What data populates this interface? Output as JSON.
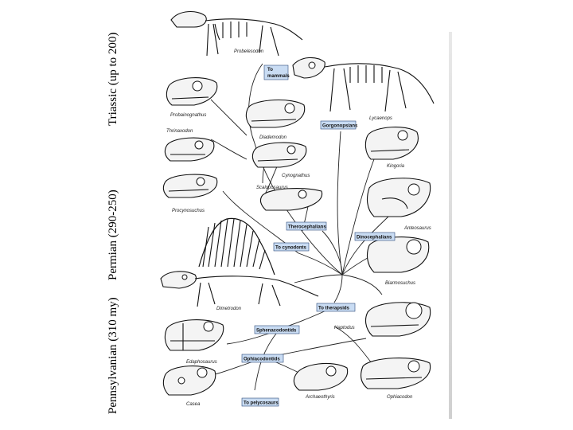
{
  "periods": {
    "pennsylvanian": "Pennsylvanian (310 my)",
    "permian": "Permian (290-250)",
    "triassic": "Triassic (up to 200)"
  },
  "groups": {
    "to_mammals_1": "To",
    "to_mammals_2": "mammals",
    "gorgonopsians": "Gorgonopsians",
    "therocephalians": "Therocephalians",
    "dinocephalians": "Dinocephalians",
    "to_cynodonts": "To cynodonts",
    "to_therapsids": "To therapsids",
    "sphenacodontids": "Sphenacodontids",
    "ophiacodontids": "Ophiacodontids",
    "to_pelycosaurs": "To pelycosaurs"
  },
  "taxa": {
    "probelesodon": "Probelesodon",
    "probainognathus": "Probainognathus",
    "thrinaxodon": "Thrinaxodon",
    "procynosuchus": "Procynosuchus",
    "diademodon": "Diademodon",
    "cynognathus": "Cynognathus",
    "scaloposaurus": "Scaloposaurus",
    "lycaenops": "Lycaenops",
    "kingoria": "Kingoria",
    "anteosaurus": "Anteosaurus",
    "biarmosuchus": "Biarmosuchus",
    "dimetrodon": "Dimetrodon",
    "haptodus": "Haptodus",
    "edaphosaurus": "Edaphosaurus",
    "casea": "Casea",
    "archaeothyris": "Archaeothyris",
    "ophiacodon": "Ophiacodon"
  }
}
